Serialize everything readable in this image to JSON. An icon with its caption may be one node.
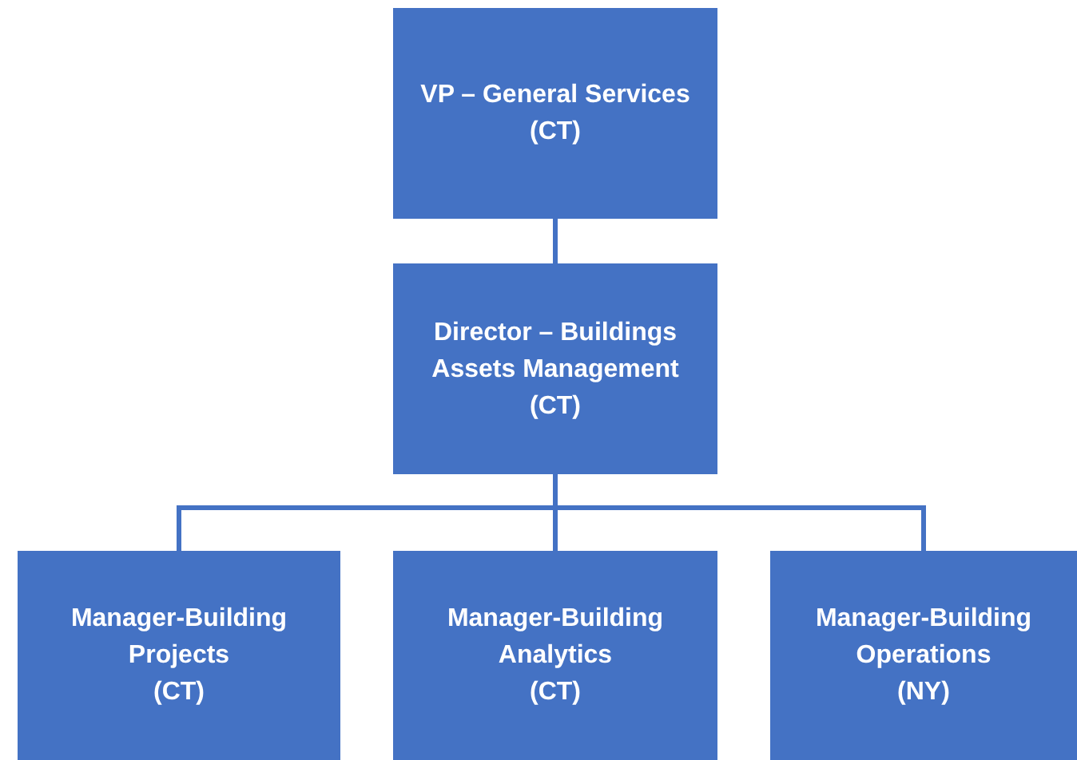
{
  "diagram": {
    "nodes": [
      {
        "text": [
          "VP – General Services",
          "(CT)"
        ]
      },
      {
        "text": [
          "Director – Buildings Assets Management",
          "(CT)"
        ]
      },
      {
        "text": [
          "Manager-Building Projects",
          "(CT)"
        ]
      },
      {
        "text": [
          "Manager-Building Analytics",
          "(CT)"
        ]
      },
      {
        "text": [
          "Manager-Building Operations",
          "(NY)"
        ]
      }
    ],
    "edges": [
      {
        "from": 0,
        "to": 1,
        "arrow": "none"
      },
      {
        "from": 1,
        "to": 2,
        "arrow": "none"
      },
      {
        "from": 1,
        "to": 3,
        "arrow": "none"
      },
      {
        "from": 1,
        "to": 4,
        "arrow": "none"
      }
    ]
  }
}
